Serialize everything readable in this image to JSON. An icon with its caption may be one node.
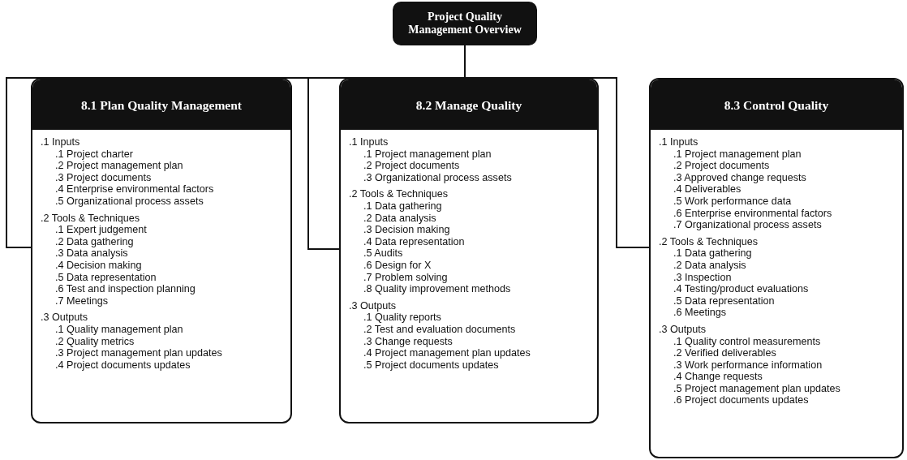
{
  "diagram": {
    "nodes": [
      {
        "text": [
          "Project Quality Management Overview"
        ]
      },
      {
        "text": [
          "8.1 Plan Quality Management",
          ".1 Inputs",
          ".1 Project charter",
          ".2 Project management plan",
          ".3 Project documents",
          ".4 Enterprise environmental factors",
          ".5 Organizational process assets",
          ".2 Tools & Techniques",
          ".1 Expert judgement",
          ".2 Data gathering",
          ".3 Data analysis",
          ".4 Decision making",
          ".5 Data representation",
          ".6 Test and inspection planning",
          ".7 Meetings",
          ".3 Outputs",
          ".1 Quality management plan",
          ".2 Quality metrics",
          ".3 Project management plan updates",
          ".4 Project documents updates"
        ]
      },
      {
        "text": [
          "8.2 Manage Quality",
          ".1 Inputs",
          ".1 Project management plan",
          ".2 Project documents",
          ".3 Organizational process assets",
          ".2 Tools & Techniques",
          ".1 Data gathering",
          ".2 Data analysis",
          ".3 Decision making",
          ".4 Data representation",
          ".5 Audits",
          ".6 Design for X",
          ".7 Problem solving",
          ".8 Quality improvement  methods",
          ".3 Outputs",
          ".1 Quality reports",
          ".2 Test and evaluation documents",
          ".3 Change requests",
          ".4 Project management plan updates",
          ".5 Project documents updates"
        ]
      },
      {
        "text": [
          "8.3 Control Quality",
          ".1 Inputs",
          ".1 Project management plan",
          ".2 Project documents",
          ".3 Approved change requests",
          ".4 Deliverables",
          ".5 Work performance data",
          ".6 Enterprise environmental factors",
          ".7 Organizational process assets",
          ".2 Tools & Techniques",
          ".1 Data gathering",
          ".2 Data analysis",
          ".3 Inspection",
          ".4 Testing/product evaluations",
          ".5 Data representation",
          ".6 Meetings",
          ".3 Outputs",
          ".1 Quality control measurements",
          ".2 Verified deliverables",
          ".3 Work performance information",
          ".4 Change requests",
          ".5 Project management plan updates",
          ".6 Project documents updates"
        ]
      }
    ],
    "edges": [
      {
        "from": 0,
        "to": 1,
        "arrow": "none"
      },
      {
        "from": 0,
        "to": 2,
        "arrow": "none"
      },
      {
        "from": 0,
        "to": 3,
        "arrow": "none"
      }
    ]
  }
}
